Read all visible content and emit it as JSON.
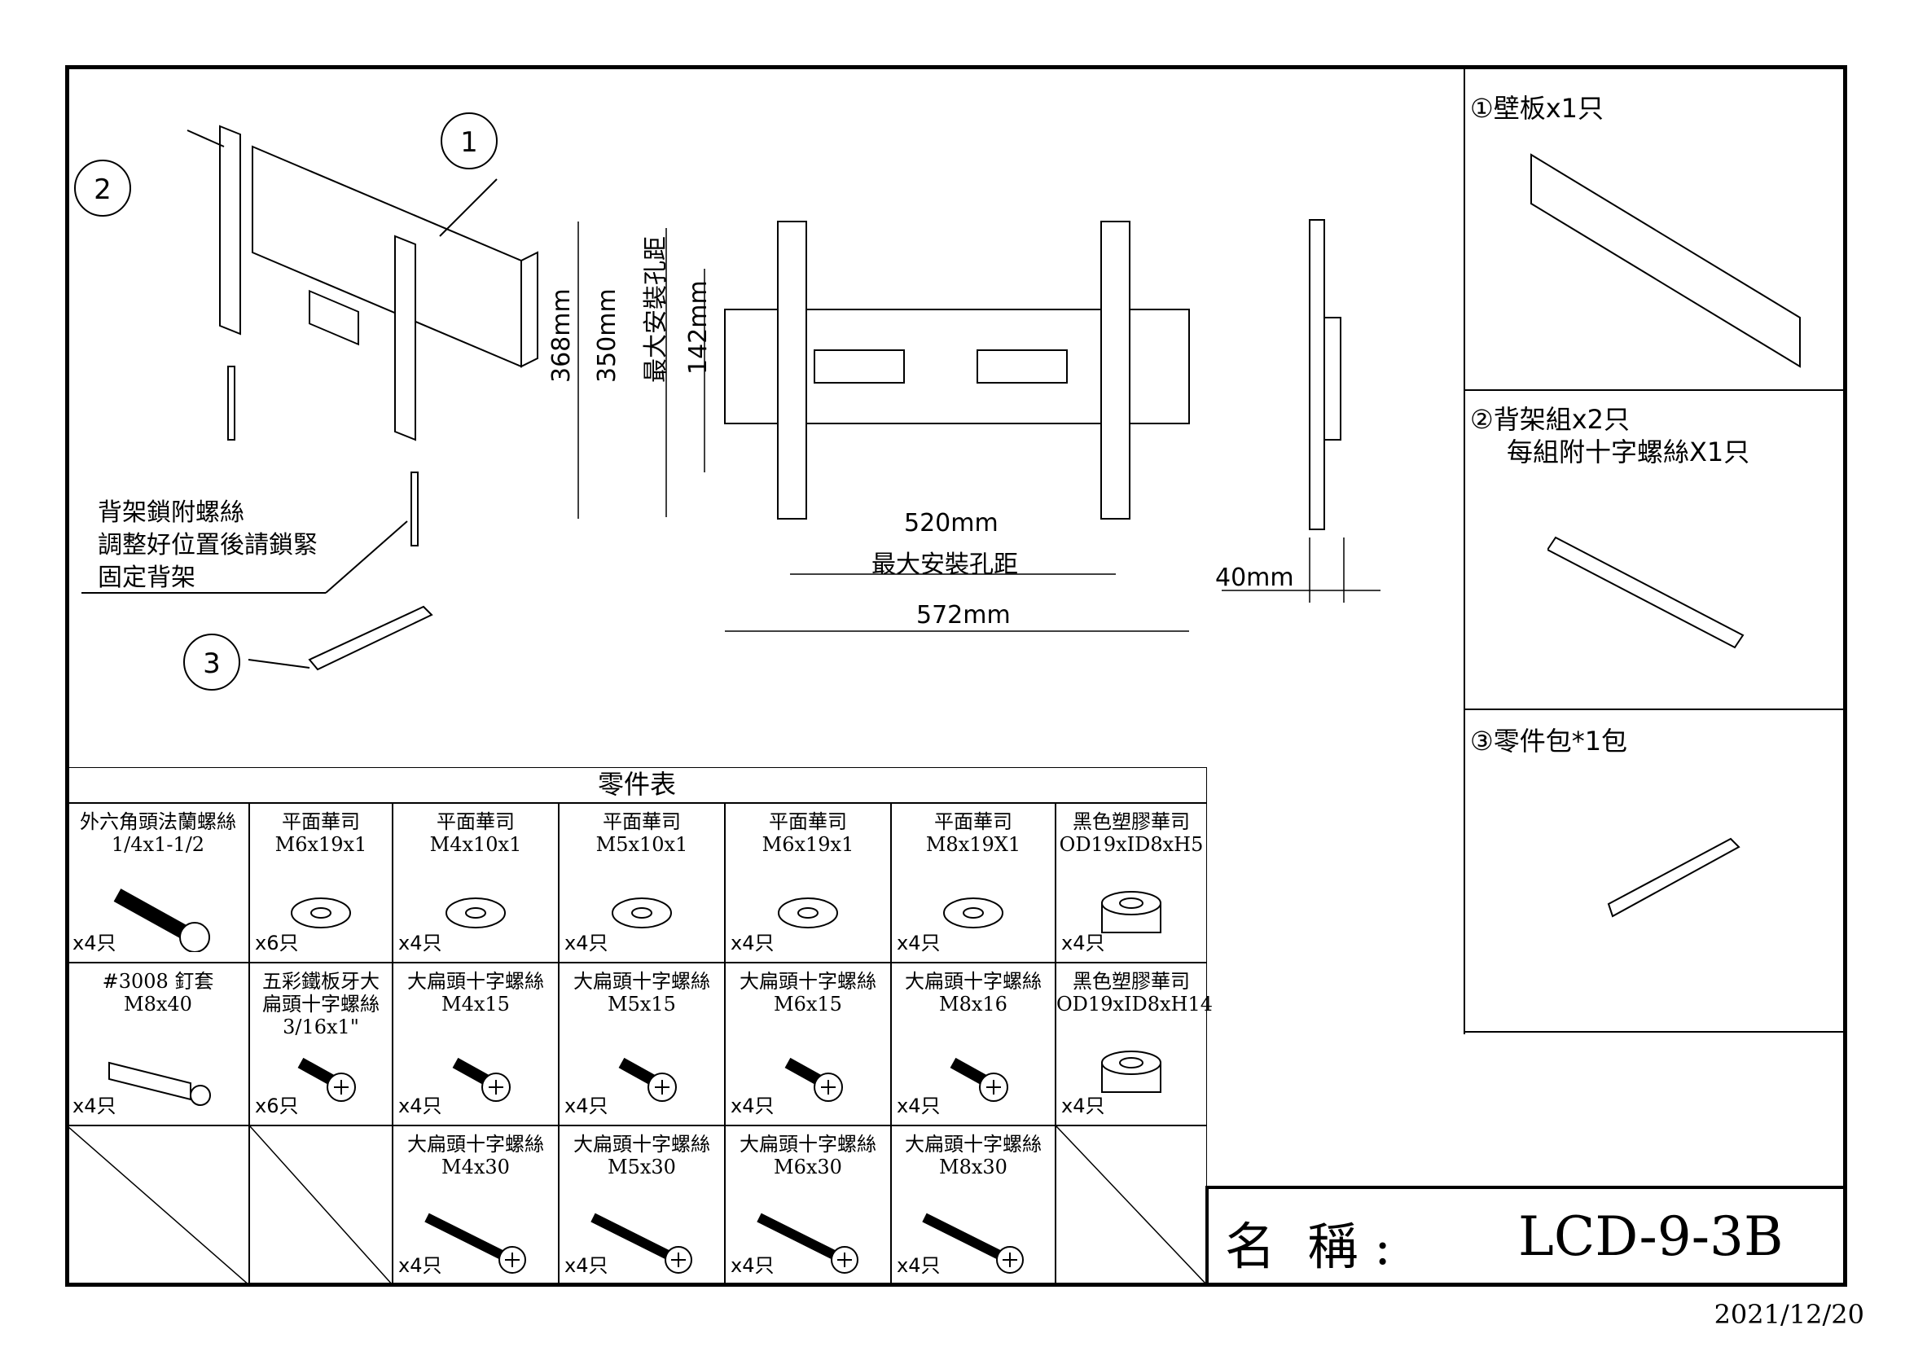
{
  "callouts": [
    "1",
    "2",
    "3"
  ],
  "screw_note": [
    "背架鎖附螺絲",
    "調整好位置後請鎖緊",
    "固定背架"
  ],
  "dimensions": {
    "h368": "368mm",
    "h350": "350mm",
    "h350_note": "最大安裝孔距",
    "h142": "142mm",
    "w520": "520mm",
    "w520_note": "最大安裝孔距",
    "w572": "572mm",
    "d40": "40mm"
  },
  "parts_panel": [
    {
      "num": "①",
      "title": "壁板x1只"
    },
    {
      "num": "②",
      "title": "背架組x2只",
      "subtitle": "每組附十字螺絲X1只"
    },
    {
      "num": "③",
      "title": "零件包*1包"
    }
  ],
  "parts_table": {
    "title": "零件表",
    "rows": [
      [
        {
          "name": "外六角頭法蘭螺絲",
          "spec": "1/4x1-1/2",
          "qty": "x4只",
          "icon": "flange-bolt"
        },
        {
          "name": "平面華司",
          "spec": "M6x19x1",
          "qty": "x6只",
          "icon": "flat-washer"
        },
        {
          "name": "平面華司",
          "spec": "M4x10x1",
          "qty": "x4只",
          "icon": "flat-washer"
        },
        {
          "name": "平面華司",
          "spec": "M5x10x1",
          "qty": "x4只",
          "icon": "flat-washer"
        },
        {
          "name": "平面華司",
          "spec": "M6x19x1",
          "qty": "x4只",
          "icon": "flat-washer"
        },
        {
          "name": "平面華司",
          "spec": "M8x19X1",
          "qty": "x4只",
          "icon": "flat-washer"
        },
        {
          "name": "黑色塑膠華司",
          "spec": "OD19xID8xH5",
          "qty": "x4只",
          "icon": "plastic-spacer"
        }
      ],
      [
        {
          "name": "#3008 釘套",
          "spec": "M8x40",
          "qty": "x4只",
          "icon": "wall-anchor"
        },
        {
          "name": "五彩鐵板牙大",
          "spec": "扁頭十字螺絲",
          "spec2": "3/16x1\"",
          "qty": "x6只",
          "icon": "wood-screw"
        },
        {
          "name": "大扁頭十字螺絲",
          "spec": "M4x15",
          "qty": "x4只",
          "icon": "phillips-screw"
        },
        {
          "name": "大扁頭十字螺絲",
          "spec": "M5x15",
          "qty": "x4只",
          "icon": "phillips-screw"
        },
        {
          "name": "大扁頭十字螺絲",
          "spec": "M6x15",
          "qty": "x4只",
          "icon": "phillips-screw"
        },
        {
          "name": "大扁頭十字螺絲",
          "spec": "M8x16",
          "qty": "x4只",
          "icon": "phillips-screw"
        },
        {
          "name": "黑色塑膠華司",
          "spec": "OD19xID8xH14",
          "qty": "x4只",
          "icon": "plastic-spacer"
        }
      ],
      [
        {
          "empty": true
        },
        {
          "empty": true
        },
        {
          "name": "大扁頭十字螺絲",
          "spec": "M4x30",
          "qty": "x4只",
          "icon": "long-screw"
        },
        {
          "name": "大扁頭十字螺絲",
          "spec": "M5x30",
          "qty": "x4只",
          "icon": "long-screw"
        },
        {
          "name": "大扁頭十字螺絲",
          "spec": "M6x30",
          "qty": "x4只",
          "icon": "long-screw"
        },
        {
          "name": "大扁頭十字螺絲",
          "spec": "M8x30",
          "qty": "x4只",
          "icon": "long-screw"
        },
        {
          "empty": true
        }
      ]
    ]
  },
  "title_block": {
    "label": "名  稱 :",
    "model": "LCD-9-3B"
  },
  "date": "2021/12/20"
}
